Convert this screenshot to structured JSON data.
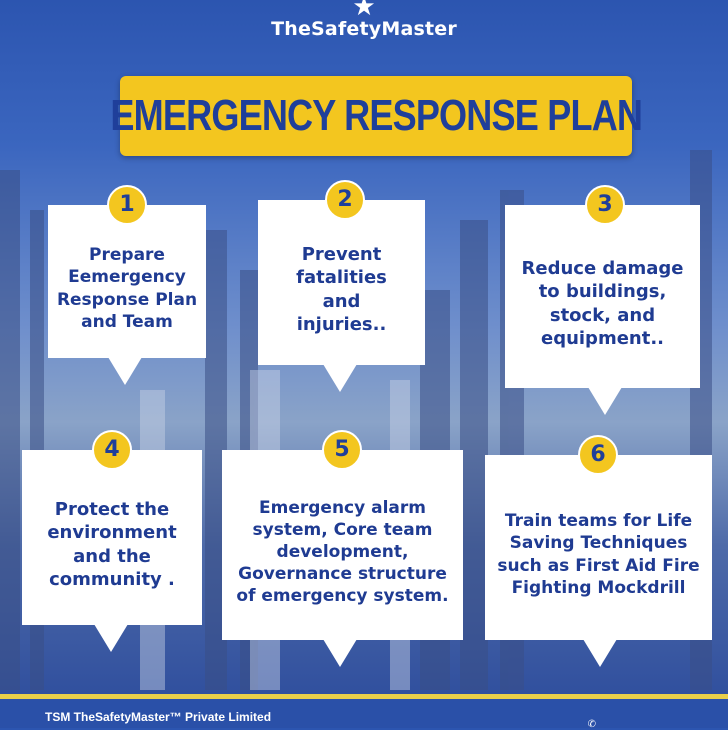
{
  "brand": {
    "name": "TheSafetyMaster"
  },
  "title": "EMERGENCY RESPONSE PLAN",
  "steps": [
    {
      "num": "1",
      "text": "Prepare Eemergency Response Plan and Team"
    },
    {
      "num": "2",
      "text": "Prevent fatalities and injuries.."
    },
    {
      "num": "3",
      "text": "Reduce damage to buildings, stock, and equipment.."
    },
    {
      "num": "4",
      "text": "Protect the environment and the community ."
    },
    {
      "num": "5",
      "text": "Emergency alarm system, Core team development, Governance structure of emergency system."
    },
    {
      "num": "6",
      "text": "Train teams for Life Saving Techniques such as First Aid Fire Fighting Mockdrill"
    }
  ],
  "footer": {
    "company": "TSM TheSafetyMaster™ Private Limited"
  },
  "colors": {
    "blue": "#2a50a8",
    "yellow": "#f3c61f",
    "text": "#1f3b92"
  }
}
